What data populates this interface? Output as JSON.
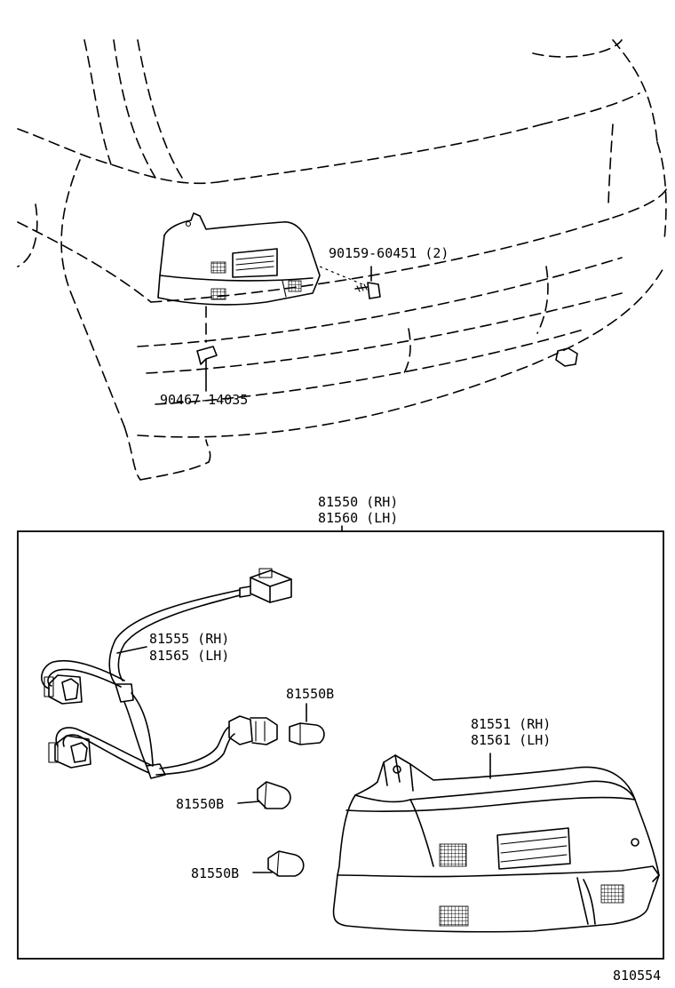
{
  "diagram": {
    "labels": {
      "screw": "90159-60451 (2)",
      "clip": "90467-14035",
      "assembly_rh": "81550 (RH)",
      "assembly_lh": "81560 (LH)",
      "socket_rh": "81555 (RH)",
      "socket_lh": "81565 (LH)",
      "bulb_1": "81550B",
      "bulb_2": "81550B",
      "bulb_3": "81550B",
      "lens_rh": "81551 (RH)",
      "lens_lh": "81561 (LH)",
      "figure_number": "810554"
    }
  }
}
